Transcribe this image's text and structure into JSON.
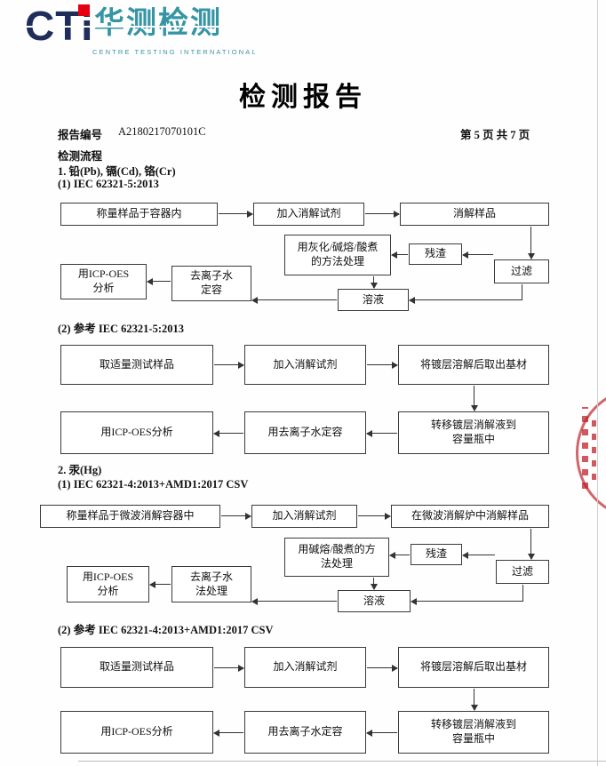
{
  "logo": {
    "cti": "CTI",
    "cn": "华测检测",
    "en": "CENTRE TESTING INTERNATIONAL"
  },
  "header": {
    "title": "检测报告",
    "report_no_label": "报告编号",
    "report_no": "A2180217070101C",
    "page_label": "第 5 页  共 7 页"
  },
  "sections": {
    "flow_heading": "检测流程",
    "s1_heading": "1. 铅(Pb), 镉(Cd), 铬(Cr)",
    "s1_m1": "(1) IEC 62321-5:2013",
    "s1_m2": "(2) 参考 IEC 62321-5:2013",
    "s2_heading": "2. 汞(Hg)",
    "s2_m1": "(1) IEC 62321-4:2013+AMD1:2017 CSV",
    "s2_m2": "(2) 参考 IEC 62321-4:2013+AMD1:2017 CSV"
  },
  "flow1": {
    "weigh": "称量样品于容器内",
    "add_reagent": "加入消解试剂",
    "digest": "消解样品",
    "filter": "过滤",
    "residue": "残渣",
    "treat": "用灰化/碱熔/酸煮\n的方法处理",
    "solution": "溶液",
    "dilute": "去离子水\n定容",
    "analyze": "用ICP-OES\n分析"
  },
  "flow2": {
    "sample": "取适量测试样品",
    "add_reagent": "加入消解试剂",
    "dissolve": "将镀层溶解后取出基材",
    "transfer": "转移镀层消解液到\n容量瓶中",
    "dilute": "用去离子水定容",
    "analyze": "用ICP-OES分析"
  },
  "flow3": {
    "weigh": "称量样品于微波消解容器中",
    "add_reagent": "加入消解试剂",
    "digest": "在微波消解炉中消解样品",
    "filter": "过滤",
    "residue": "残渣",
    "treat": "用碱熔/酸煮的方\n法处理",
    "solution": "溶液",
    "dilute": "去离子水\n法处理",
    "analyze": "用ICP-OES\n分析"
  },
  "flow4": {
    "sample": "取适量测试样品",
    "add_reagent": "加入消解试剂",
    "dissolve": "将镀层溶解后取出基材",
    "transfer": "转移镀层消解液到\n容量瓶中",
    "dilute": "用去离子水定容",
    "analyze": "用ICP-OES分析"
  },
  "icons": {
    "red_stamp": "partial-circle-seal"
  },
  "colors": {
    "logo_navy": "#1f2d5a",
    "logo_teal": "#3595a5",
    "logo_red": "#e60012",
    "stamp_red": "#be232a"
  }
}
